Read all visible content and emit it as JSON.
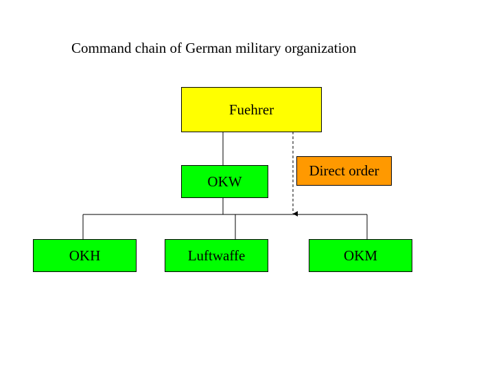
{
  "title": "Command chain of German military organization",
  "colors": {
    "top": "#ffff00",
    "green": "#00ff00",
    "order": "#ff9900",
    "line": "#000000"
  },
  "nodes": {
    "fuehrer": "Fuehrer",
    "okw": "OKW",
    "okh": "OKH",
    "luftwaffe": "Luftwaffe",
    "okm": "OKM"
  },
  "direct_order_label": "Direct order"
}
